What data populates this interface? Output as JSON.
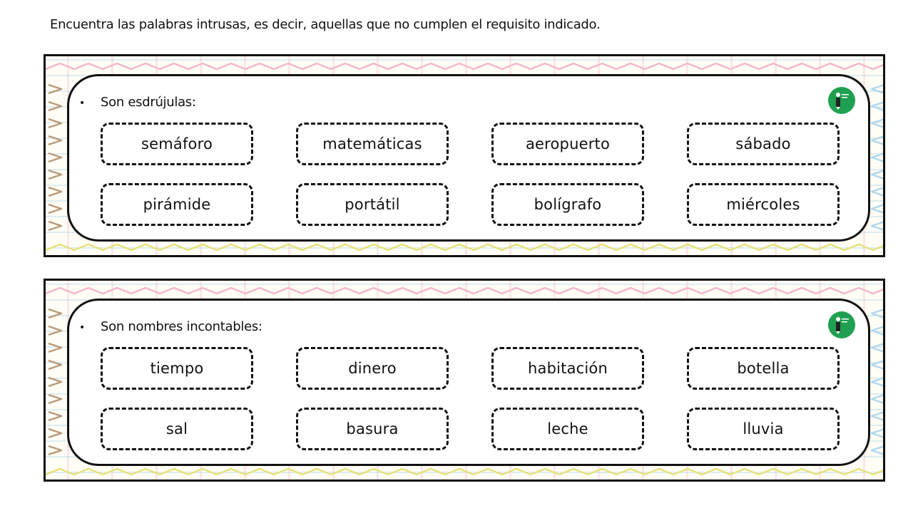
{
  "instruction": "Encuentra las palabras intrusas, es decir, aquellas que no cumplen el requisito indicado.",
  "exercises": [
    {
      "heading": "Son esdrújulas:",
      "words": [
        "semáforo",
        "matemáticas",
        "aeropuerto",
        "sábado",
        "pirámide",
        "portátil",
        "bolígrafo",
        "miércoles"
      ]
    },
    {
      "heading": "Son nombres incontables:",
      "words": [
        "tiempo",
        "dinero",
        "habitación",
        "botella",
        "sal",
        "basura",
        "leche",
        "lluvia"
      ]
    }
  ],
  "logo_color": "#1fa050",
  "bullet": "•"
}
